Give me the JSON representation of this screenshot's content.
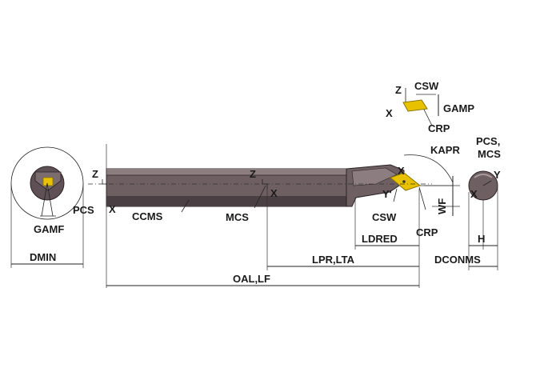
{
  "labels": {
    "z_shank": "Z",
    "x_shank": "X",
    "pcs": "PCS",
    "ccms": "CCMS",
    "z_mcs": "Z",
    "x_mcs": "X",
    "mcs": "MCS",
    "gamf": "GAMF",
    "dmin": "DMIN",
    "oal_lf": "OAL,LF",
    "lpr_lta": "LPR,LTA",
    "ldred": "LDRED",
    "wf": "WF",
    "x_head": "X",
    "y_head": "Y'",
    "csw_head": "CSW",
    "crp_head": "CRP",
    "kapr": "KAPR",
    "z_insert": "Z",
    "csw_insert": "CSW",
    "x_insert": "X",
    "gamp": "GAMP",
    "crp_insert": "CRP",
    "pcs_mcs_line1": "PCS,",
    "pcs_mcs_line2": "MCS",
    "y_end": "Y",
    "x_end": "X",
    "h": "H",
    "dconms": "DCONMS"
  },
  "colors": {
    "shank": "#6e5f63",
    "shank_dark": "#4a3f43",
    "shank_light": "#8b7d80",
    "insert": "#e8c200",
    "insert_dark": "#b89a00"
  }
}
